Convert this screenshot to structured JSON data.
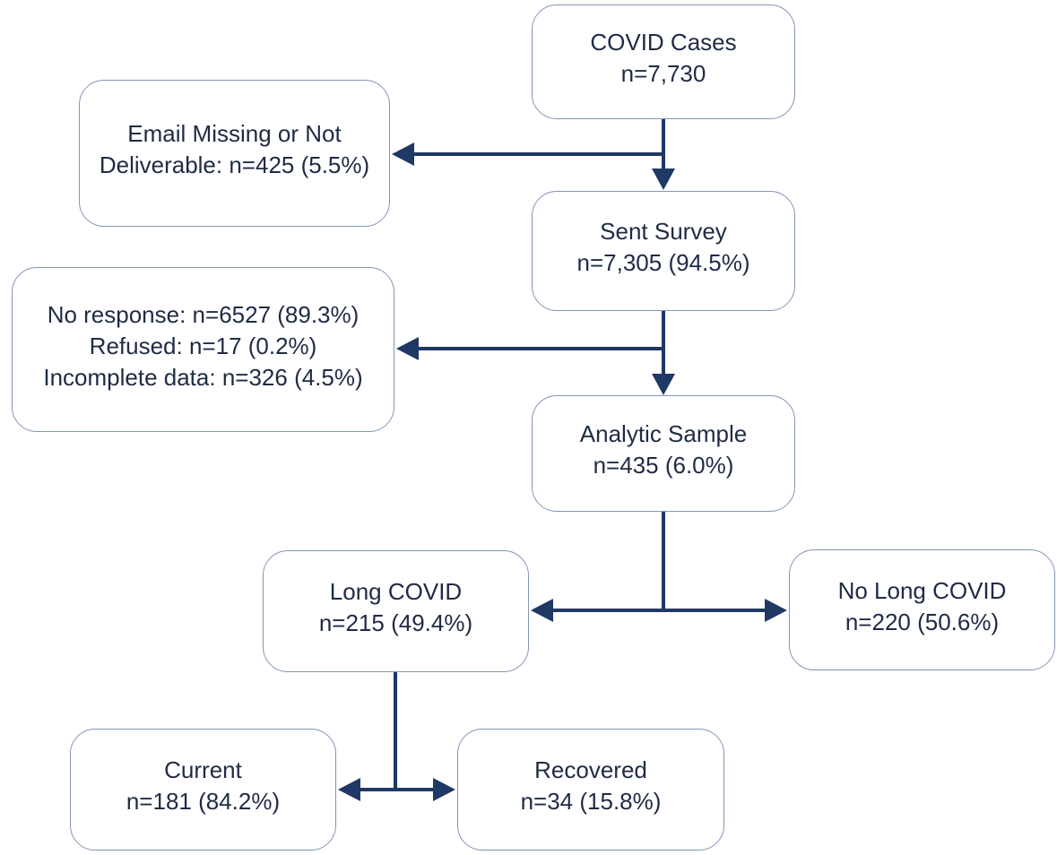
{
  "flowchart": {
    "covid_cases": {
      "line1": "COVID Cases",
      "line2": "n=7,730"
    },
    "email_missing": {
      "line1": "Email Missing or Not",
      "line2": "Deliverable: n=425 (5.5%)"
    },
    "sent_survey": {
      "line1": "Sent Survey",
      "line2": "n=7,305 (94.5%)"
    },
    "non_response": {
      "line1": "No response: n=6527 (89.3%)",
      "line2": "Refused: n=17 (0.2%)",
      "line3": "Incomplete data: n=326 (4.5%)"
    },
    "analytic_sample": {
      "line1": "Analytic Sample",
      "line2": "n=435 (6.0%)"
    },
    "long_covid": {
      "line1": "Long COVID",
      "line2": "n=215 (49.4%)"
    },
    "no_long_covid": {
      "line1": "No Long COVID",
      "line2": "n=220 (50.6%)"
    },
    "current": {
      "line1": "Current",
      "line2": "n=181 (84.2%)"
    },
    "recovered": {
      "line1": "Recovered",
      "line2": "n=34 (15.8%)"
    }
  },
  "colors": {
    "arrow": "#1f3864",
    "border": "#8494b6",
    "text": "#1f2b45",
    "bg": "#ffffff"
  }
}
